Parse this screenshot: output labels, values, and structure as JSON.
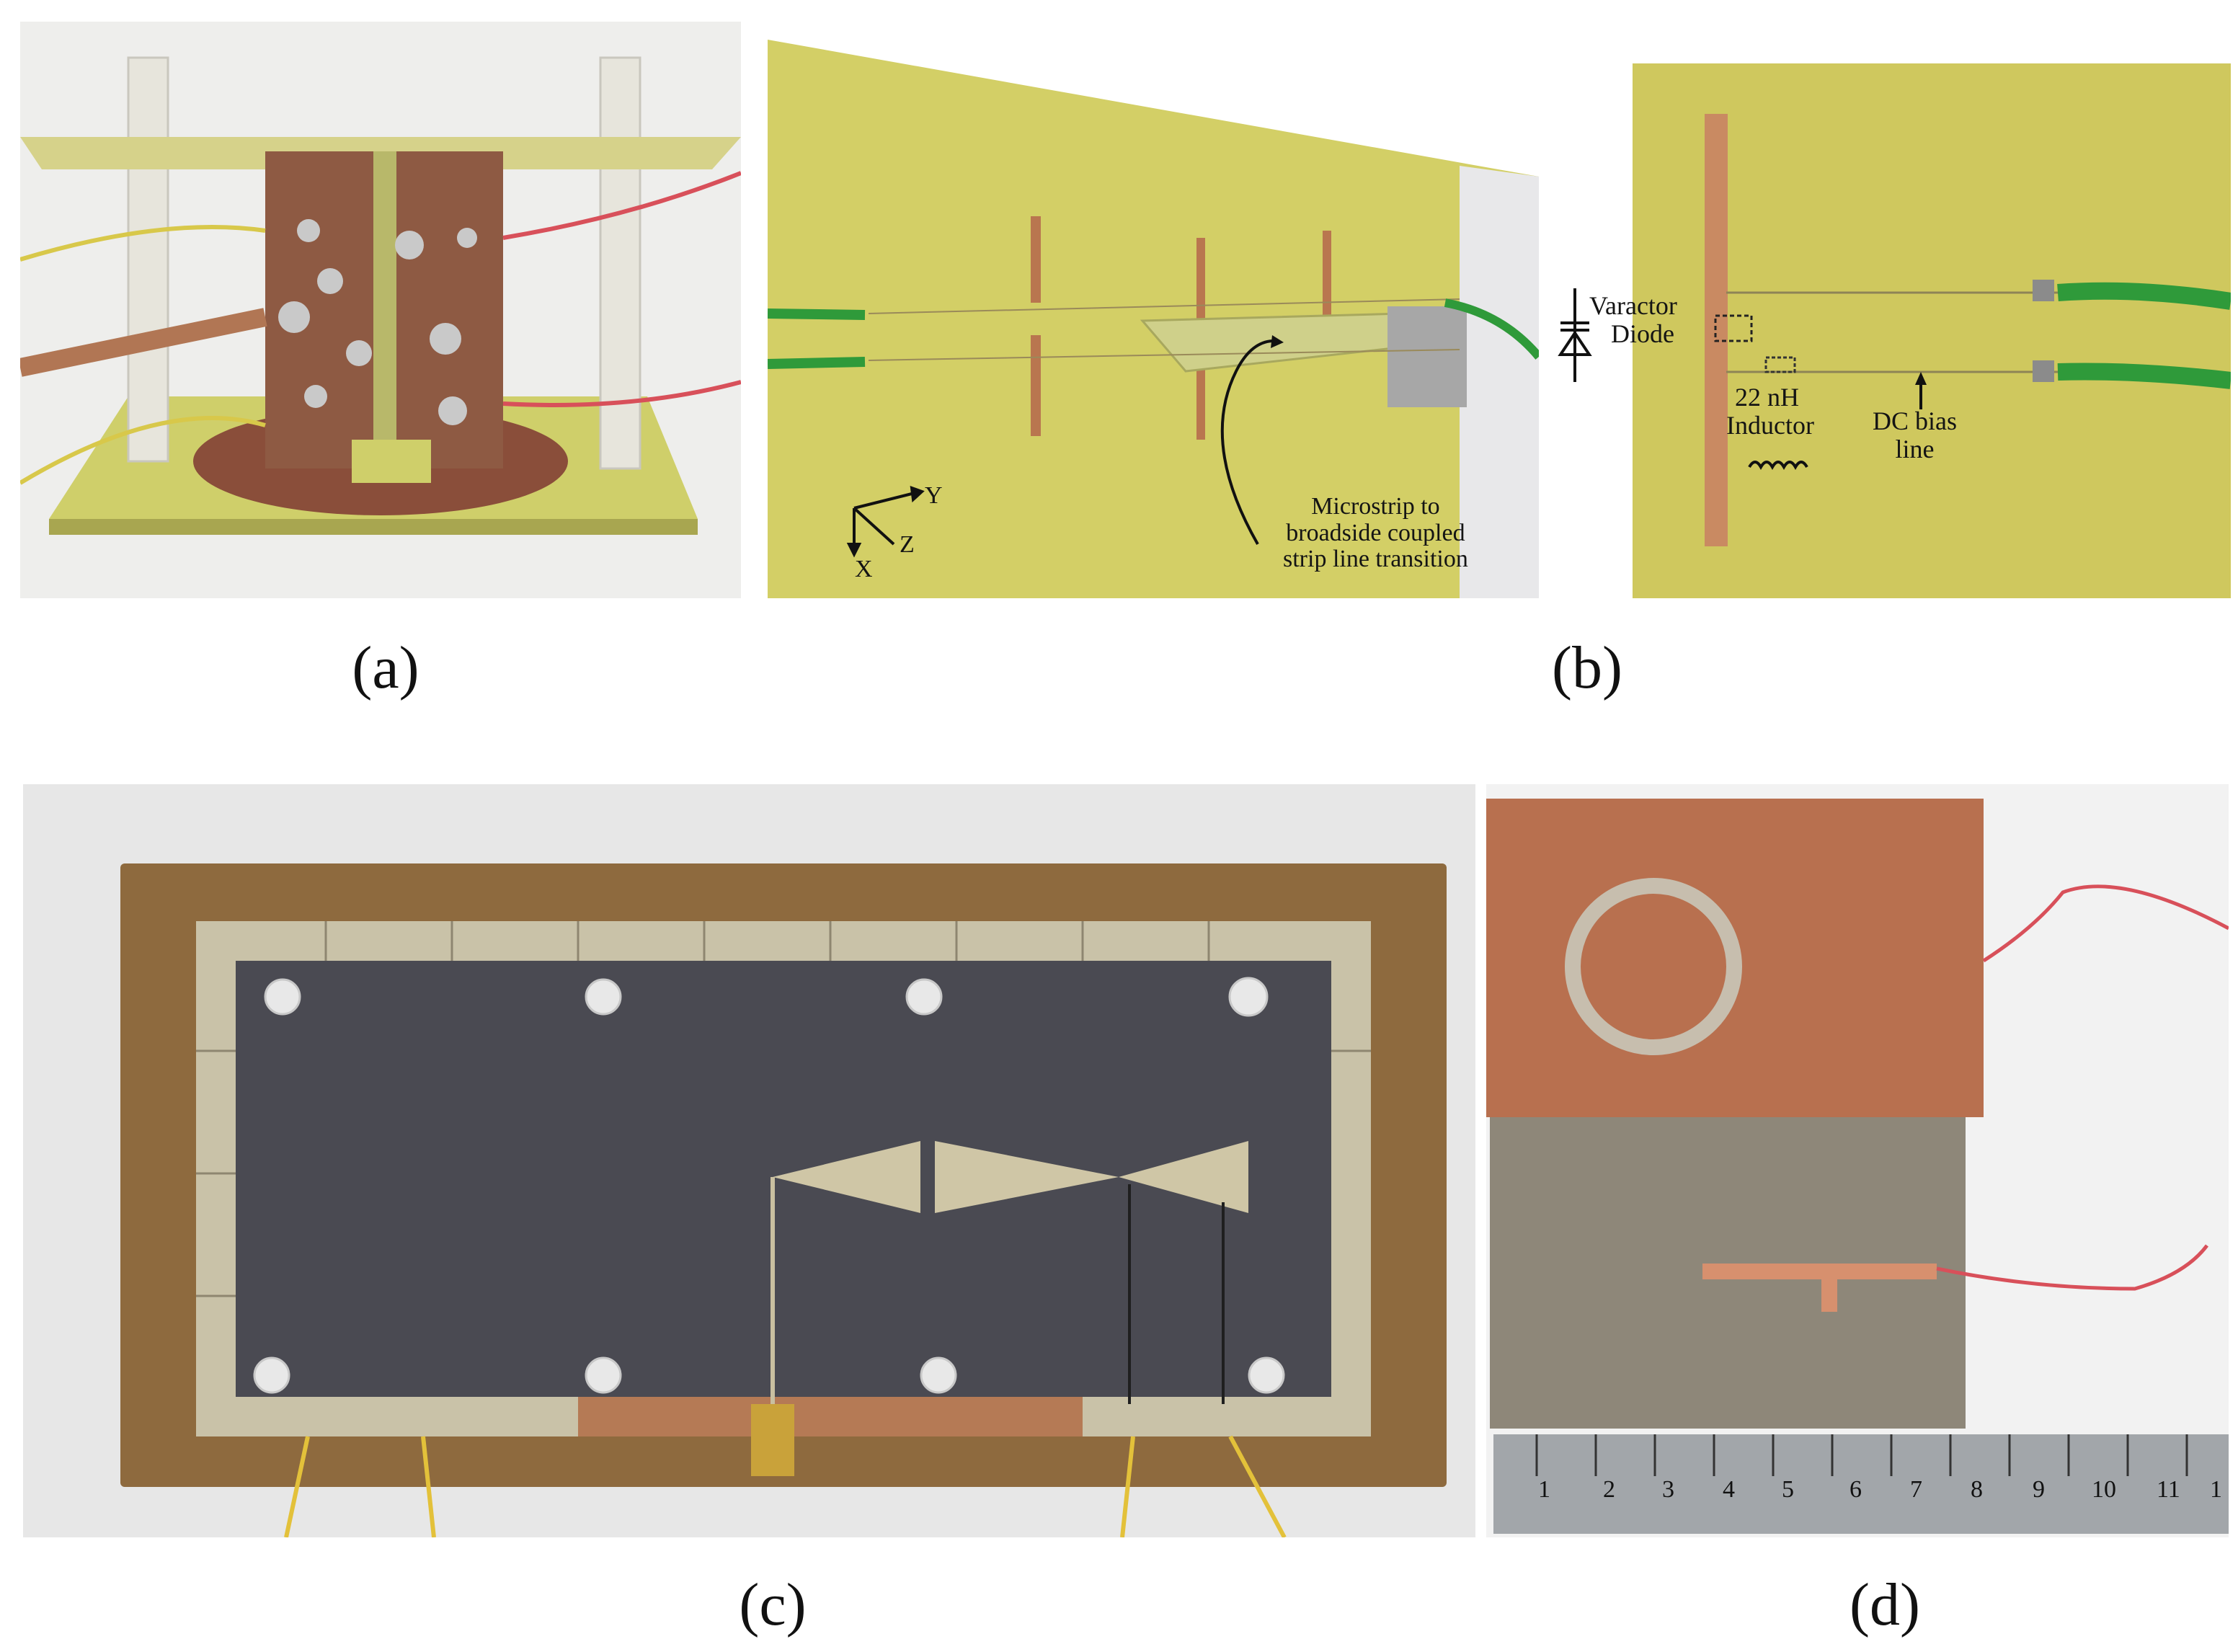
{
  "captions": {
    "a": "(a)",
    "b": "(b)",
    "c": "(c)",
    "d": "(d)"
  },
  "panel_b": {
    "axis_y": "Y",
    "axis_z": "Z",
    "axis_x": "X",
    "transition_label": [
      "Microstrip to",
      "broadside coupled",
      "strip line transition"
    ],
    "varactor_label": [
      "Varactor",
      "Diode"
    ],
    "inductor_label": [
      "22 nH",
      "Inductor"
    ],
    "bias_label": [
      "DC bias",
      "line"
    ]
  },
  "panel_d": {
    "ruler_numbers": [
      "1",
      "2",
      "3",
      "4",
      "5",
      "6",
      "7",
      "8",
      "9",
      "10",
      "11",
      "1"
    ]
  },
  "colors": {
    "fr4_yellow": "#d4cf6e",
    "copper": "#b9764f",
    "ground_gray": "#4a4a52",
    "tan_substrate": "#8e6a3e",
    "wire_green": "#2f9a3a",
    "wire_red": "#d8505a",
    "wire_yellow": "#e3c13a"
  }
}
